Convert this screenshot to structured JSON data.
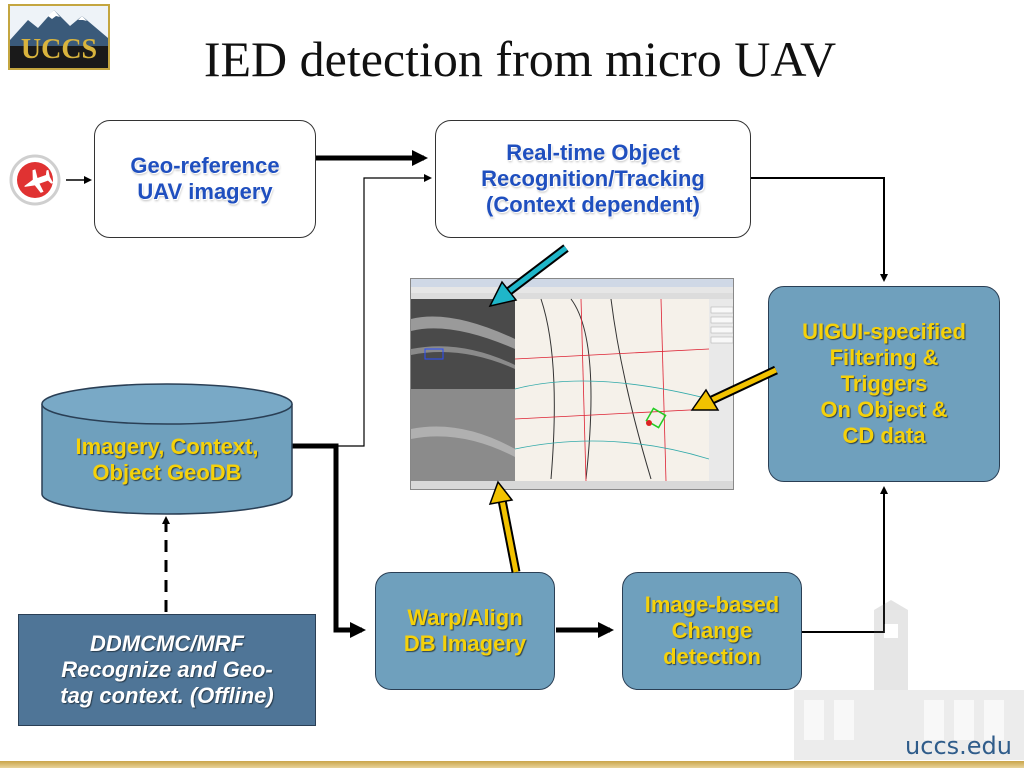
{
  "slide": {
    "title": "IED detection from micro UAV",
    "logo_text": "UCCS",
    "footer_url": "uccs.edu"
  },
  "nodes": {
    "georef": {
      "line1": "Geo-reference",
      "line2": "UAV imagery"
    },
    "realtime": {
      "line1": "Real-time Object",
      "line2": "Recognition/Tracking",
      "line3": "(Context dependent)"
    },
    "uigui": {
      "line1": "UIGUI-specified",
      "line2": "Filtering &",
      "line3": "Triggers",
      "line4": "On Object &",
      "line5": "CD data"
    },
    "geodb": {
      "line1": "Imagery, Context,",
      "line2": "Object GeoDB"
    },
    "ddmcmc": {
      "line1": "DDMCMC/MRF",
      "line2": "Recognize and Geo-",
      "line3": "tag context. (Offline)"
    },
    "warp": {
      "line1": "Warp/Align",
      "line2": "DB Imagery"
    },
    "change": {
      "line1": "Image-based",
      "line2": "Change",
      "line3": "detection"
    }
  },
  "icons": {
    "uav": "airplane-icon",
    "logo": "mountain-icon"
  },
  "colors": {
    "blue_text": "#1f4fbf",
    "yellow_text": "#f5d10a",
    "box_fill": "#6fa0bd",
    "ddmcmc_fill": "#4f7597",
    "cyan_arrow": "#1fb6c9",
    "yellow_arrow": "#f2c200"
  }
}
